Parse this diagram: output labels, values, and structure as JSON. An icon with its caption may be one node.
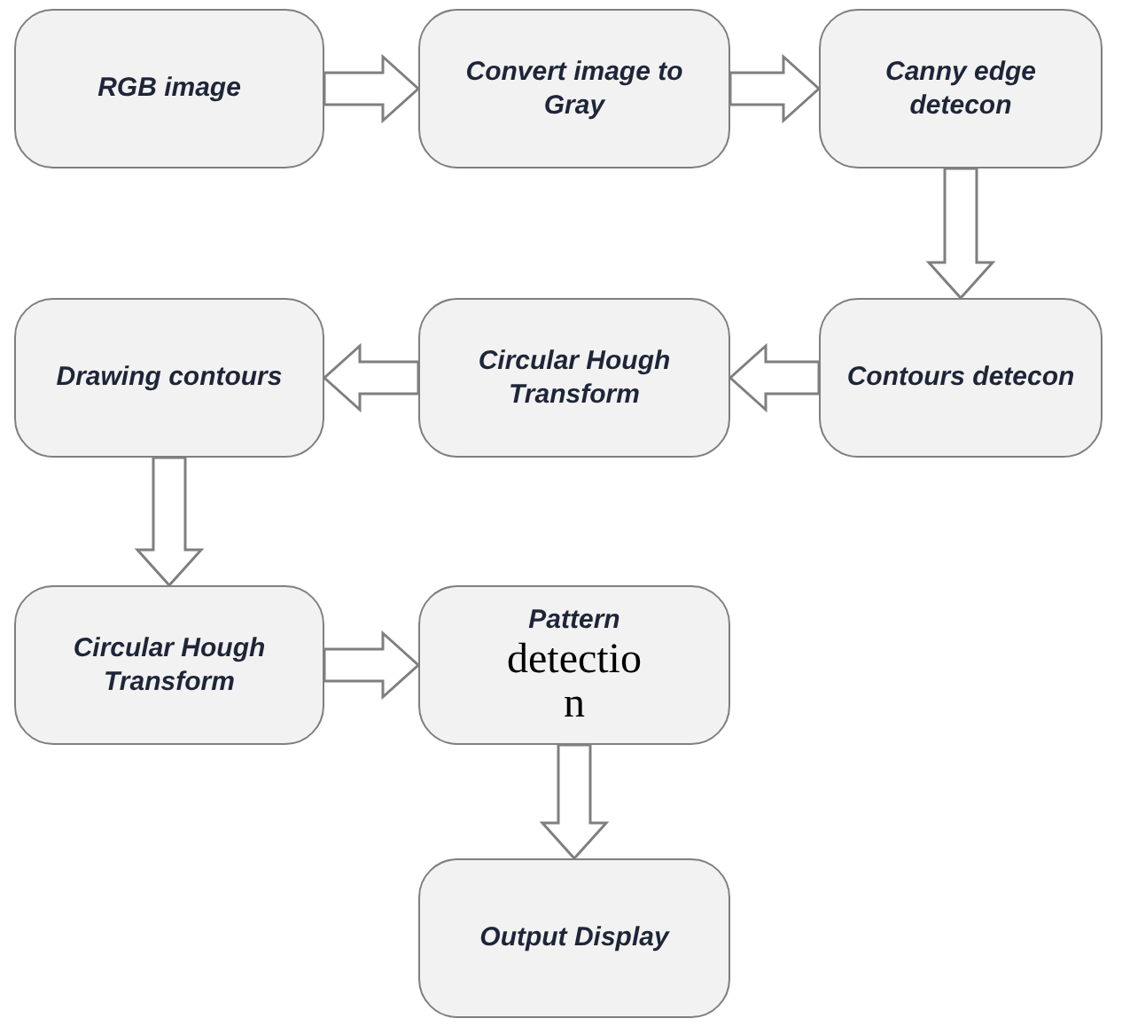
{
  "diagram": {
    "nodes": [
      {
        "text": [
          "RGB image"
        ]
      },
      {
        "text": [
          "Convert image to Gray"
        ]
      },
      {
        "text": [
          "Canny edge detecon"
        ]
      },
      {
        "text": [
          "Drawing contours"
        ]
      },
      {
        "text": [
          "Circular Hough Transform"
        ]
      },
      {
        "text": [
          "Contours detecon"
        ]
      },
      {
        "text": [
          "Circular Hough Transform"
        ]
      },
      {
        "text": [
          "Pattern",
          "detectio",
          "n"
        ]
      },
      {
        "text": [
          "Output Display"
        ]
      }
    ],
    "edges": [
      {
        "from": 0,
        "to": 1,
        "arrow": "to"
      },
      {
        "from": 1,
        "to": 2,
        "arrow": "to"
      },
      {
        "from": 2,
        "to": 5,
        "arrow": "to"
      },
      {
        "from": 5,
        "to": 4,
        "arrow": "to"
      },
      {
        "from": 4,
        "to": 3,
        "arrow": "to"
      },
      {
        "from": 3,
        "to": 6,
        "arrow": "to"
      },
      {
        "from": 6,
        "to": 7,
        "arrow": "to"
      },
      {
        "from": 7,
        "to": 8,
        "arrow": "to"
      }
    ]
  }
}
